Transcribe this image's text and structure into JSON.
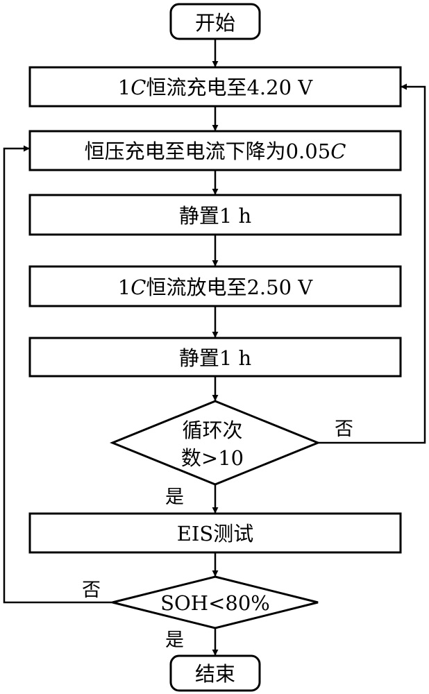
{
  "nodes": {
    "start": "开始",
    "step1": {
      "pre": "1",
      "italic": "C",
      "post": "恒流充电至4.20 V"
    },
    "step2": {
      "pre": "恒压充电至电流下降为0.05",
      "italic": "C",
      "post": ""
    },
    "step3": "静置1 h",
    "step4": {
      "pre": "1",
      "italic": "C",
      "post": "恒流放电至2.50 V"
    },
    "step5": "静置1 h",
    "decision1": {
      "line1": "循环次",
      "line2": "数>10"
    },
    "step6": "EIS测试",
    "decision2": "SOH<80%",
    "end": "结束"
  },
  "edge_labels": {
    "decision1_no": "否",
    "decision1_yes": "是",
    "decision2_no": "否",
    "decision2_yes": "是"
  }
}
